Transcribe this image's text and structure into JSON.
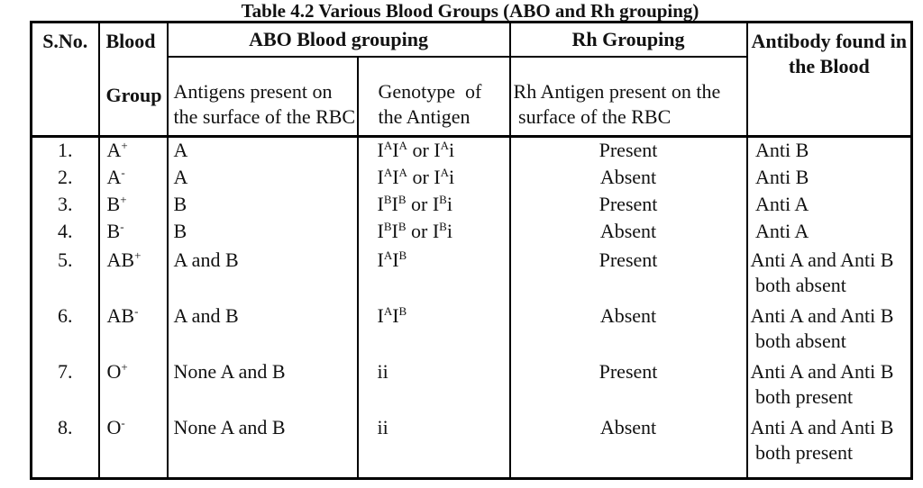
{
  "title": "Table 4.2 Various Blood Groups (ABO and Rh grouping)",
  "colors": {
    "text": "#121212",
    "border": "#000000",
    "background": "#ffffff"
  },
  "header": {
    "sno": "S.No.",
    "blood": "Blood",
    "group": "Group",
    "abo": "ABO Blood grouping",
    "antigens_sub": "Antigens present on\nthe surface of the RBC",
    "genotype_sub": "Genotype  of\nthe Antigen",
    "rh": "Rh Grouping",
    "rh_sub": "Rh Antigen present on the\n surface of the RBC",
    "antibody": "Antibody found in\nthe Blood"
  },
  "rows": [
    {
      "sno": "1.",
      "group": "A^{+}",
      "antigen": "A",
      "genotype": "I^{A}I^{A} or I^{A}i",
      "rh": "Present",
      "antibody": " Anti B"
    },
    {
      "sno": "2.",
      "group": "A^{-}",
      "antigen": "A",
      "genotype": "I^{A}I^{A} or I^{A}i",
      "rh": "Absent",
      "antibody": " Anti B"
    },
    {
      "sno": "3.",
      "group": "B^{+}",
      "antigen": "B",
      "genotype": "I^{B}I^{B} or I^{B}i",
      "rh": "Present",
      "antibody": " Anti A"
    },
    {
      "sno": "4.",
      "group": "B^{-}",
      "antigen": "B",
      "genotype": "I^{B}I^{B} or I^{B}i",
      "rh": "Absent",
      "antibody": " Anti A"
    },
    {
      "sno": "5.",
      "group": "AB^{+}",
      "antigen": "A and B",
      "genotype": "I^{A}I^{B}",
      "rh": "Present",
      "antibody": "Anti A and Anti B\n both absent"
    },
    {
      "sno": "6.",
      "group": "AB^{-}",
      "antigen": "A and B",
      "genotype": "I^{A}I^{B}",
      "rh": "Absent",
      "antibody": "Anti A and Anti B\n both absent"
    },
    {
      "sno": "7.",
      "group": "O^{+}",
      "antigen": "None A and B",
      "genotype": "ii",
      "rh": "Present",
      "antibody": "Anti A and Anti B\n both present"
    },
    {
      "sno": "8.",
      "group": "O^{-}",
      "antigen": "None A and B",
      "genotype": "ii",
      "rh": "Absent",
      "antibody": "Anti A and Anti B\n both present"
    }
  ]
}
